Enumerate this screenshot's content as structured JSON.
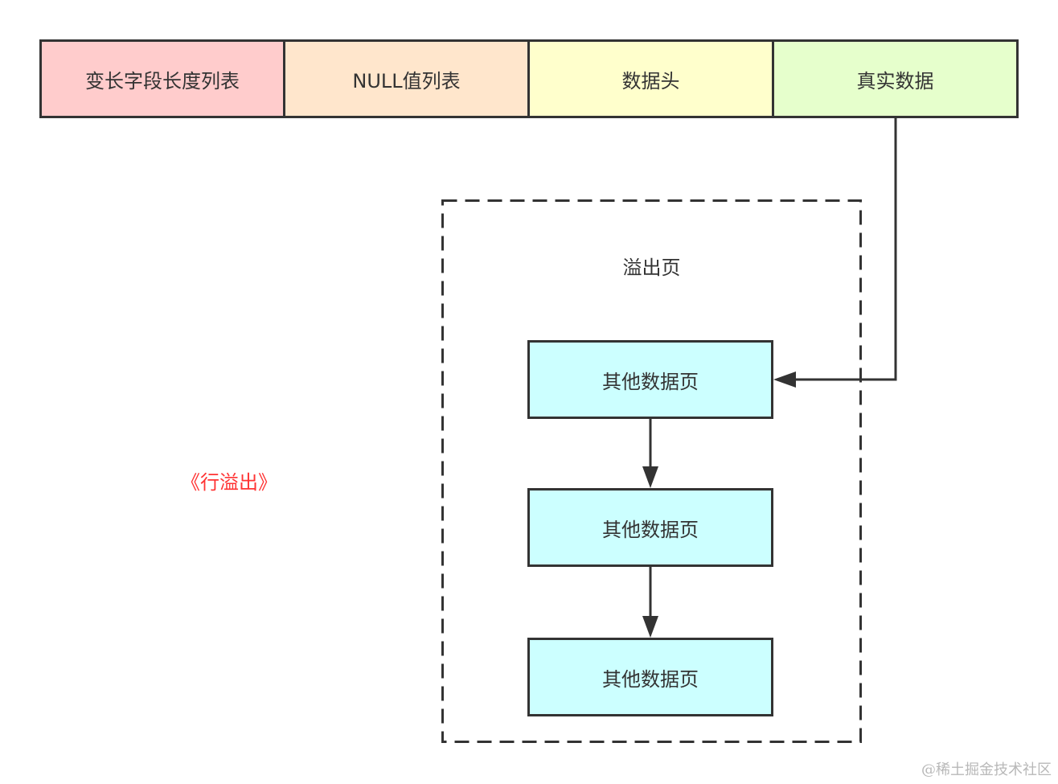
{
  "row_fields": [
    {
      "label": "变长字段长度列表",
      "color": "#ffcccc"
    },
    {
      "label": "NULL值列表",
      "color": "#ffe6cc"
    },
    {
      "label": "数据头",
      "color": "#ffffcc"
    },
    {
      "label": "真实数据",
      "color": "#e6ffcc"
    }
  ],
  "overflow_page": {
    "title": "溢出页",
    "pages": [
      {
        "label": "其他数据页"
      },
      {
        "label": "其他数据页"
      },
      {
        "label": "其他数据页"
      }
    ],
    "page_fill": "#ccffff"
  },
  "annotation": {
    "text": "《行溢出》",
    "color": "#ff3333"
  },
  "watermark": "@稀土掘金技术社区",
  "colors": {
    "stroke": "#333333"
  }
}
